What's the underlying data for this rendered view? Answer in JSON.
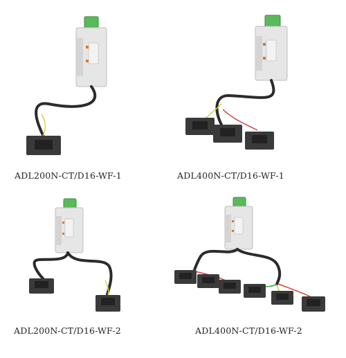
{
  "products": [
    {
      "id": "p1",
      "caption": "ADL200N-CT/D16-WF-1"
    },
    {
      "id": "p2",
      "caption": "ADL400N-CT/D16-WF-1"
    },
    {
      "id": "p3",
      "caption": "ADL200N-CT/D16-WF-2"
    },
    {
      "id": "p4",
      "caption": "ADL400N-CT/D16-WF-2"
    }
  ],
  "colors": {
    "meter_body": "#e6e6e6",
    "meter_shadow": "#c4c4c4",
    "terminal": "#5cb85c",
    "label_orange": "#e8761a",
    "cable": "#2b2b2b",
    "ct_core": "#3a3a3a",
    "wire_yellow": "#d8d040",
    "wire_green": "#3aa03a",
    "wire_red": "#d04040"
  }
}
